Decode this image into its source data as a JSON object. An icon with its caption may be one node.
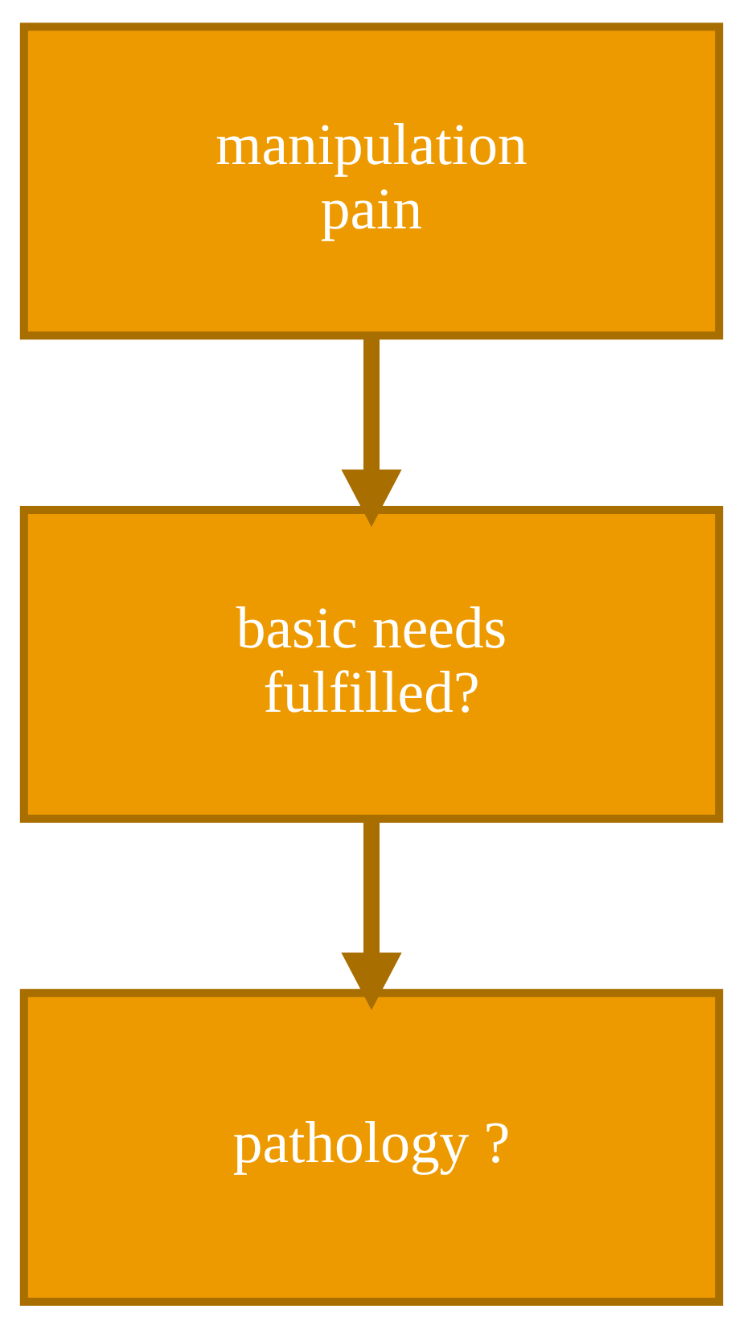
{
  "diagram": {
    "nodes": [
      {
        "text": [
          "manipulation pain"
        ]
      },
      {
        "text": [
          "basic needs fulfilled?"
        ]
      },
      {
        "text": [
          "pathology ?"
        ]
      }
    ],
    "edges": [
      {
        "from": 0,
        "to": 1,
        "arrow": "to"
      },
      {
        "from": 1,
        "to": 2,
        "arrow": "to"
      }
    ]
  }
}
